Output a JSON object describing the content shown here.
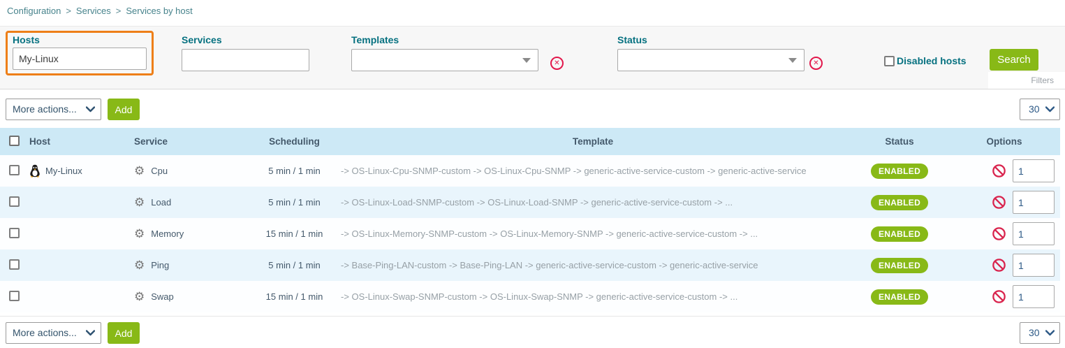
{
  "breadcrumb": {
    "separator": ">",
    "items": [
      "Configuration",
      "Services",
      "Services by host"
    ]
  },
  "filters": {
    "hosts": {
      "label": "Hosts",
      "value": "My-Linux"
    },
    "services": {
      "label": "Services",
      "value": ""
    },
    "templates": {
      "label": "Templates",
      "value": ""
    },
    "status": {
      "label": "Status",
      "value": ""
    },
    "disabled_hosts_label": "Disabled hosts",
    "search_label": "Search",
    "filters_tab_label": "Filters"
  },
  "toolbar": {
    "more_actions_label": "More actions...",
    "add_label": "Add",
    "page_size": "30"
  },
  "table": {
    "headers": {
      "host": "Host",
      "service": "Service",
      "scheduling": "Scheduling",
      "template": "Template",
      "status": "Status",
      "options": "Options"
    },
    "rows": [
      {
        "host": "My-Linux",
        "service": "Cpu",
        "scheduling": "5 min / 1 min",
        "template": "-> OS-Linux-Cpu-SNMP-custom -> OS-Linux-Cpu-SNMP -> generic-active-service-custom -> generic-active-service",
        "status": "ENABLED",
        "options_value": "1"
      },
      {
        "host": "",
        "service": "Load",
        "scheduling": "5 min / 1 min",
        "template": "-> OS-Linux-Load-SNMP-custom -> OS-Linux-Load-SNMP -> generic-active-service-custom -> ...",
        "status": "ENABLED",
        "options_value": "1"
      },
      {
        "host": "",
        "service": "Memory",
        "scheduling": "15 min / 1 min",
        "template": "-> OS-Linux-Memory-SNMP-custom -> OS-Linux-Memory-SNMP -> generic-active-service-custom -> ...",
        "status": "ENABLED",
        "options_value": "1"
      },
      {
        "host": "",
        "service": "Ping",
        "scheduling": "5 min / 1 min",
        "template": "-> Base-Ping-LAN-custom -> Base-Ping-LAN -> generic-active-service-custom -> generic-active-service",
        "status": "ENABLED",
        "options_value": "1"
      },
      {
        "host": "",
        "service": "Swap",
        "scheduling": "15 min / 1 min",
        "template": "-> OS-Linux-Swap-SNMP-custom -> OS-Linux-Swap-SNMP -> generic-active-service-custom -> ...",
        "status": "ENABLED",
        "options_value": "1"
      }
    ]
  },
  "icons": {
    "host_os_icon": "linux-penguin-icon",
    "service_icon": "gear-icon",
    "status_icon": "no-entry-icon",
    "clear_icon": "clear-circle-x-icon"
  },
  "colors": {
    "accent_green": "#88b917",
    "teal_label": "#067180",
    "highlight_orange": "#ee7f18",
    "table_header_bg": "#cde9f6",
    "row_alt_bg": "#e9f5fc",
    "danger_red": "#e2174b"
  }
}
